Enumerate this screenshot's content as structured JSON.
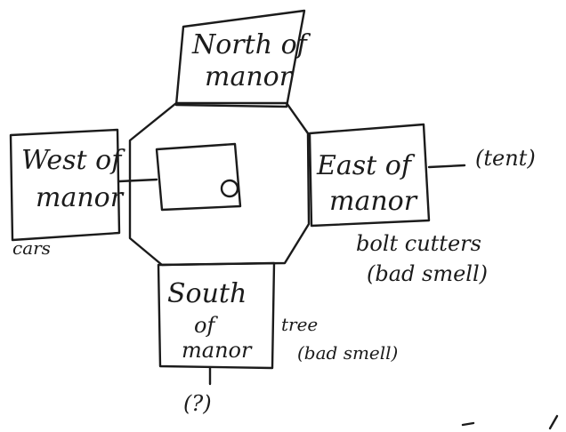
{
  "rooms": {
    "north": {
      "line1": "North of",
      "line2": "manor"
    },
    "west": {
      "line1": "West of",
      "line2": "manor"
    },
    "east": {
      "line1": "East of",
      "line2": "manor"
    },
    "south": {
      "line1": "South",
      "line2": "of",
      "line3": "manor"
    }
  },
  "annotations": {
    "east_exit": "(tent)",
    "west_note": "cars",
    "east_item": "bolt cutters",
    "east_item_note": "(bad smell)",
    "south_item": "tree",
    "south_item_note": "(bad smell)",
    "south_exit": "(?)"
  }
}
